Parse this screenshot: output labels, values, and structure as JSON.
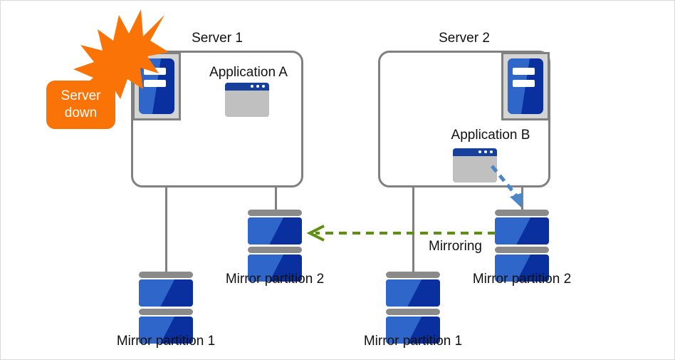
{
  "diagram": {
    "title": "Mirror partition failover diagram",
    "colors": {
      "server_blue_dark": "#0a2f9e",
      "server_blue_light": "#2f66c9",
      "app_titlebar": "#173f9c",
      "app_body": "#c0c0c0",
      "box_border": "#808080",
      "alert_orange": "#f97306",
      "mirroring_green": "#5f8f12",
      "replication_blue": "#4a86c8",
      "disk_cap_gray": "#8a8a8a",
      "icon_frame_gray": "#d4d4d4"
    },
    "servers": [
      {
        "id": "server-1",
        "title": "Server 1",
        "icon_name": "server-machine-icon",
        "application": {
          "label": "Application A",
          "icon_name": "app-window-icon",
          "dots": 3
        },
        "status": "down"
      },
      {
        "id": "server-2",
        "title": "Server 2",
        "icon_name": "server-machine-icon",
        "application": {
          "label": "Application B",
          "icon_name": "app-window-icon",
          "dots": 3
        },
        "status": "active"
      }
    ],
    "disks": [
      {
        "id": "s1-mirror-1",
        "label": "Mirror partition 1",
        "icon_name": "disk-stack-icon",
        "server": "server-1"
      },
      {
        "id": "s1-mirror-2",
        "label": "Mirror partition 2",
        "icon_name": "disk-stack-icon",
        "server": "server-1"
      },
      {
        "id": "s2-mirror-1",
        "label": "Mirror partition 1",
        "icon_name": "disk-stack-icon",
        "server": "server-2"
      },
      {
        "id": "s2-mirror-2",
        "label": "Mirror partition 2",
        "icon_name": "disk-stack-icon",
        "server": "server-2"
      }
    ],
    "alert": {
      "line1": "Server",
      "line2": "down",
      "icon_name": "explosion-burst-icon"
    },
    "arrows": [
      {
        "id": "mirroring-arrow",
        "label": "Mirroring",
        "style": "dashed",
        "color": "#5f8f12",
        "direction": "right-to-left",
        "from": "s2-mirror-2",
        "to": "s1-mirror-2"
      },
      {
        "id": "app-b-write-arrow",
        "label": "",
        "style": "dashed",
        "color": "#4a86c8",
        "direction": "down-right",
        "from": "Application B",
        "to": "s2-mirror-2"
      }
    ]
  }
}
